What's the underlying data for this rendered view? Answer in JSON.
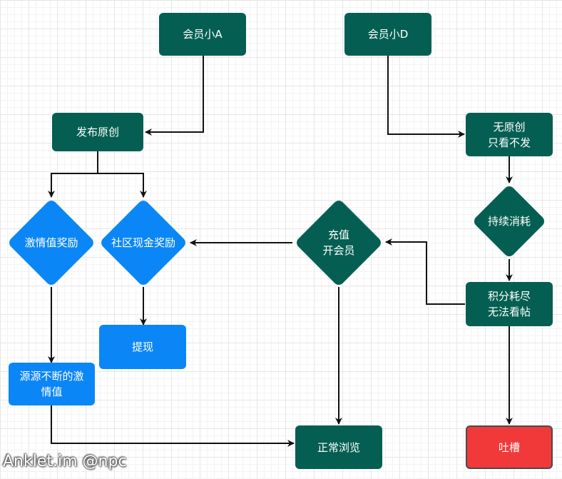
{
  "nodes": {
    "member_a": "会员小A",
    "member_d": "会员小D",
    "publish_original": "发布原创",
    "no_original": "无原创\n只看不发",
    "passion_reward": "激情值奖励",
    "community_cash_reward": "社区现金奖励",
    "recharge_membership": "充值\n开会员",
    "continuous_consumption": "持续消耗",
    "points_exhausted": "积分耗尽\n无法看帖",
    "withdraw": "提现",
    "endless_passion": "源源不断的激\n情值",
    "normal_browse": "正常浏览",
    "complain": "吐槽"
  },
  "colors": {
    "process": "#045f52",
    "reward": "#0b86f7",
    "complaint": "#f2393a",
    "arrow": "#111111"
  },
  "watermark": "Anklet.im @npc"
}
